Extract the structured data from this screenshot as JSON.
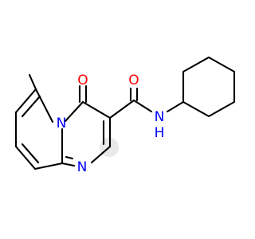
{
  "molecule": {
    "atoms": {
      "o_ring": "O",
      "o_amide": "O",
      "n_bridge": "N",
      "n_ring": "N",
      "n_amide": "N",
      "h_amide": "H"
    }
  },
  "colors": {
    "oxygen": "#ff0000",
    "nitrogen": "#0000ff",
    "bond": "#000000",
    "highlight": "#e9e9e9"
  }
}
